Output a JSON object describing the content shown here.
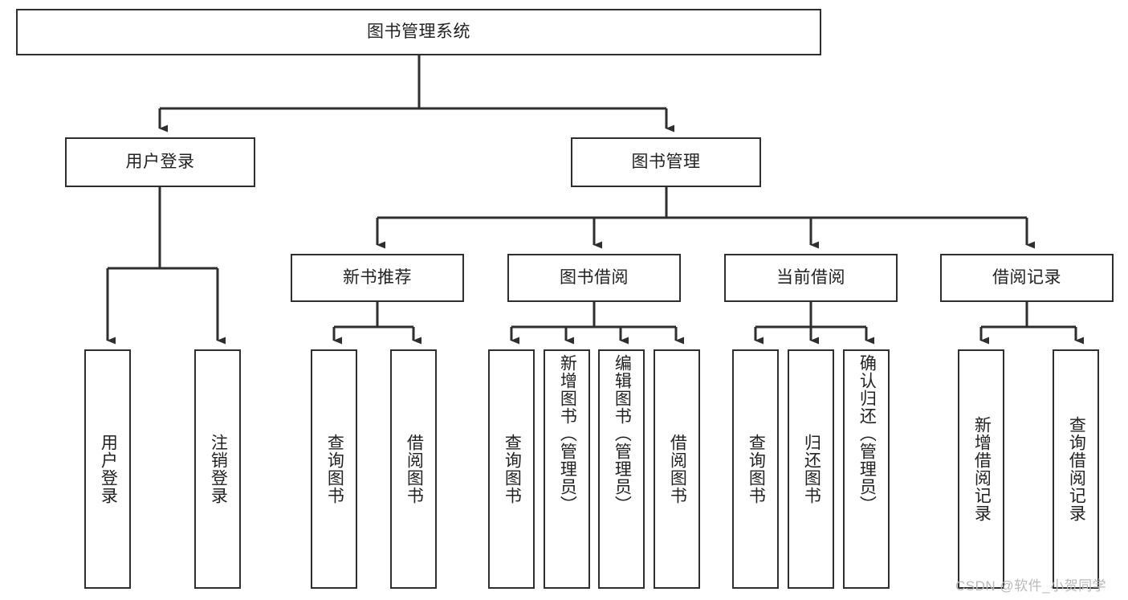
{
  "diagram": {
    "type": "tree-hierarchy-chart",
    "title_node": {
      "id": "root",
      "label": "图书管理系统"
    },
    "level2": [
      {
        "id": "user-login",
        "label": "用户登录"
      },
      {
        "id": "book-management",
        "label": "图书管理"
      }
    ],
    "level3": [
      {
        "id": "new-book-recommend",
        "label": "新书推荐"
      },
      {
        "id": "book-borrow",
        "label": "图书借阅"
      },
      {
        "id": "current-borrow",
        "label": "当前借阅"
      },
      {
        "id": "borrow-record",
        "label": "借阅记录"
      }
    ],
    "leaves": [
      {
        "id": "leaf-user-login",
        "label": "用户登录",
        "parent": "user-login"
      },
      {
        "id": "leaf-logout-login",
        "label": "注销登录",
        "parent": "user-login"
      },
      {
        "id": "leaf-query-book-1",
        "label": "查询图书",
        "parent": "new-book-recommend"
      },
      {
        "id": "leaf-borrow-book-1",
        "label": "借阅图书",
        "parent": "new-book-recommend"
      },
      {
        "id": "leaf-query-book-2",
        "label": "查询图书",
        "parent": "book-borrow"
      },
      {
        "id": "leaf-add-book",
        "label": "新增图书（管理员）",
        "parent": "book-borrow"
      },
      {
        "id": "leaf-edit-book",
        "label": "编辑图书（管理员）",
        "parent": "book-borrow"
      },
      {
        "id": "leaf-borrow-book-2",
        "label": "借阅图书",
        "parent": "book-borrow"
      },
      {
        "id": "leaf-query-book-3",
        "label": "查询图书",
        "parent": "current-borrow"
      },
      {
        "id": "leaf-return-book",
        "label": "归还图书",
        "parent": "current-borrow"
      },
      {
        "id": "leaf-confirm-return",
        "label": "确认归还（管理员）",
        "parent": "current-borrow"
      },
      {
        "id": "leaf-add-record",
        "label": "新增借阅记录",
        "parent": "borrow-record"
      },
      {
        "id": "leaf-query-record",
        "label": "查询借阅记录",
        "parent": "borrow-record"
      }
    ],
    "watermark": "CSDN @软件_小贺同学",
    "colors": {
      "stroke": "#2e2e2e",
      "background": "#ffffff",
      "text": "#222222",
      "watermark": "#b9b9b9"
    }
  }
}
